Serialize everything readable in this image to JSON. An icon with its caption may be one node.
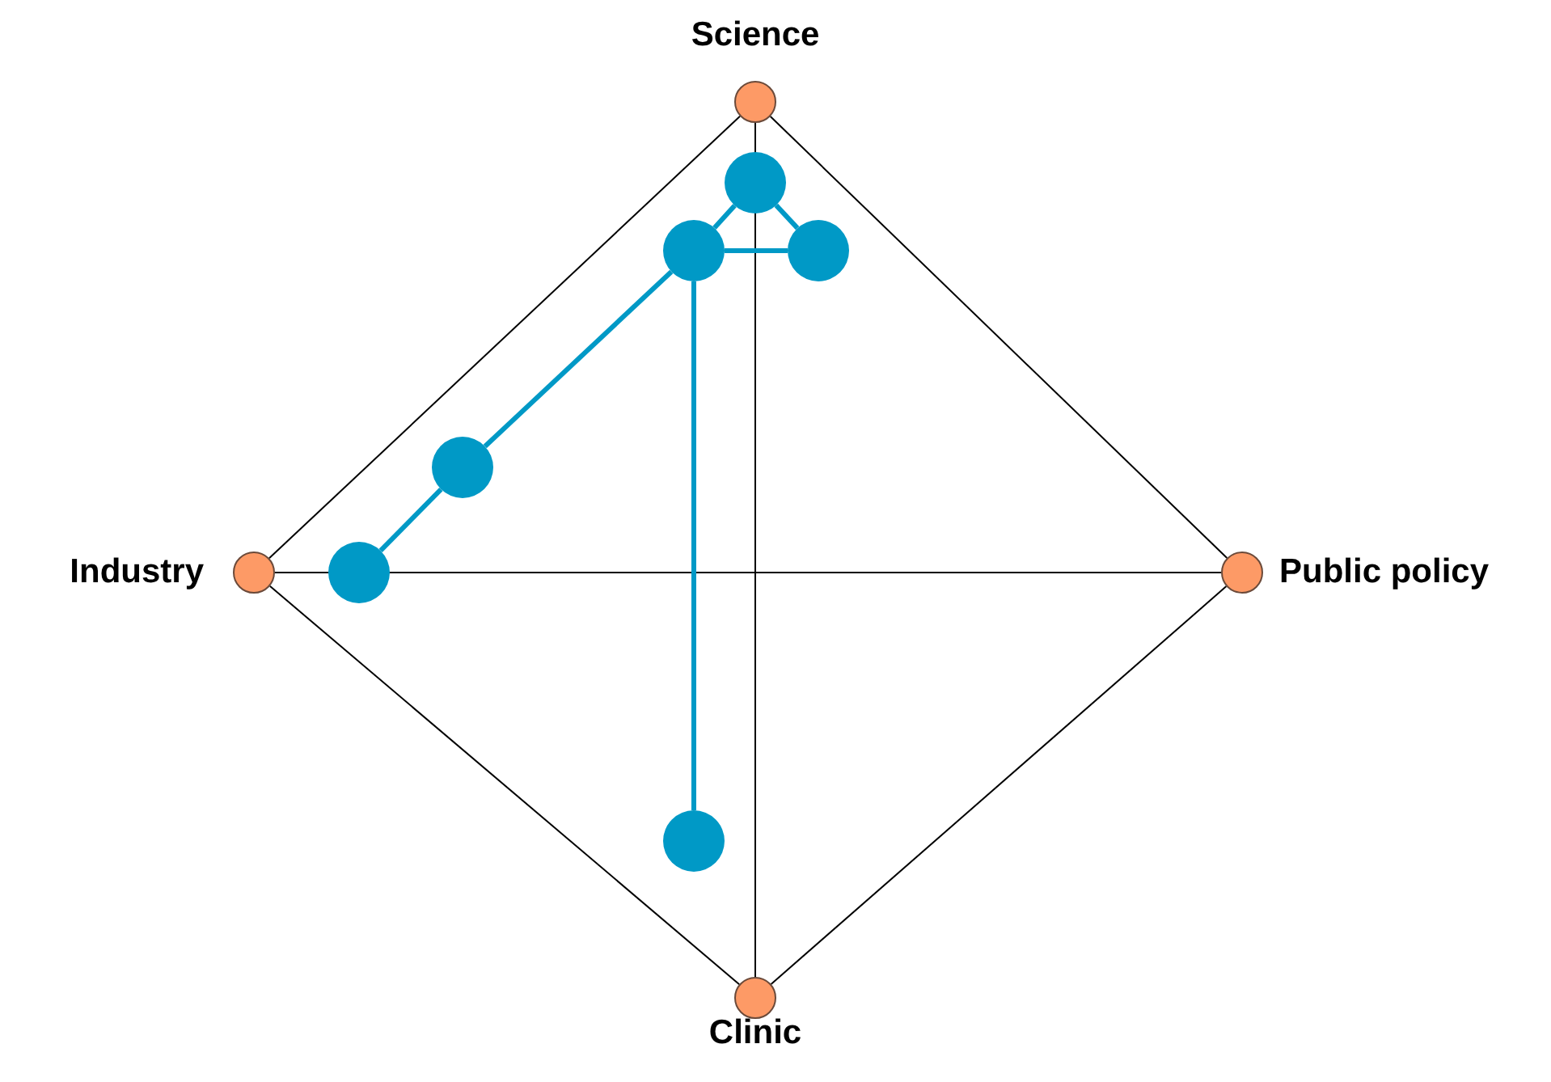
{
  "diagram": {
    "nodes": [
      {
        "text": [
          "Science"
        ]
      },
      {
        "text": [
          "Industry"
        ]
      },
      {
        "text": [
          "Public policy"
        ]
      },
      {
        "text": [
          "Clinic"
        ]
      },
      {
        "text": [],
        "shape": "circle"
      },
      {
        "text": [],
        "shape": "circle"
      },
      {
        "text": [],
        "shape": "circle"
      },
      {
        "text": [],
        "shape": "circle"
      },
      {
        "text": [],
        "shape": "circle"
      },
      {
        "text": [],
        "shape": "circle"
      }
    ],
    "edges": [
      {
        "from": 0,
        "to": 1,
        "arrow": "none",
        "color": "#000000"
      },
      {
        "from": 0,
        "to": 2,
        "arrow": "none",
        "color": "#000000"
      },
      {
        "from": 1,
        "to": 3,
        "arrow": "none",
        "color": "#000000"
      },
      {
        "from": 2,
        "to": 3,
        "arrow": "none",
        "color": "#000000"
      },
      {
        "from": 4,
        "to": 5,
        "arrow": "none"
      },
      {
        "from": 4,
        "to": 6,
        "arrow": "none"
      },
      {
        "from": 5,
        "to": 6,
        "arrow": "none"
      },
      {
        "from": 5,
        "to": 7,
        "arrow": "none"
      },
      {
        "from": 7,
        "to": 8,
        "arrow": "none"
      },
      {
        "from": 5,
        "to": 9,
        "arrow": "none"
      }
    ]
  }
}
